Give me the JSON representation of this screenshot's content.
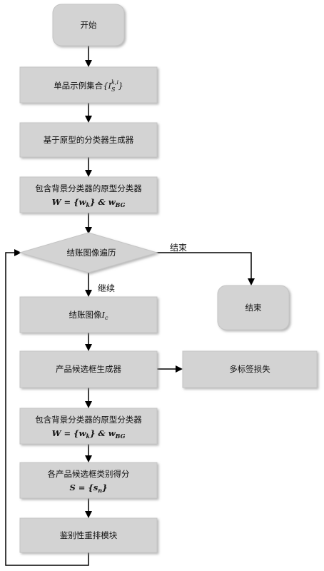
{
  "nodes": {
    "start": "开始",
    "instances": "单品示例集合",
    "instances_math": "{I",
    "instances_math_sup": "k,i",
    "instances_math_sub": "S",
    "instances_math_close": "}",
    "gen1": "基于原型的分类器生成器",
    "proto1_line1": "包含背景分类器的原型分类器",
    "proto1_line2": "W = {w",
    "proto1_line2_sub": "k",
    "proto1_line2_mid": "} & w",
    "proto1_line2_sub2": "BG",
    "decision": "结账图像遍历",
    "end": "结束",
    "checkout": "结账图像",
    "checkout_math": "I",
    "checkout_math_sub": "c",
    "proposal": "产品候选框生成器",
    "loss": "多标签损失",
    "proto2_line1": "包含背景分类器的原型分类器",
    "proto2_line2": "W = {w",
    "proto2_line2_sub": "k",
    "proto2_line2_mid": "} & w",
    "proto2_line2_sub2": "BG",
    "scores_line1": "各产品候选框类别得分",
    "scores_line2": "S = {s",
    "scores_line2_sub": "n",
    "scores_line2_close": "}",
    "rerank": "鉴别性重排模块"
  },
  "edges": {
    "end_label": "结束",
    "continue_label": "继续"
  },
  "colors": {
    "node_fill": "#d3d3d3",
    "node_stroke": "#c4c4c4",
    "line": "#000000"
  }
}
